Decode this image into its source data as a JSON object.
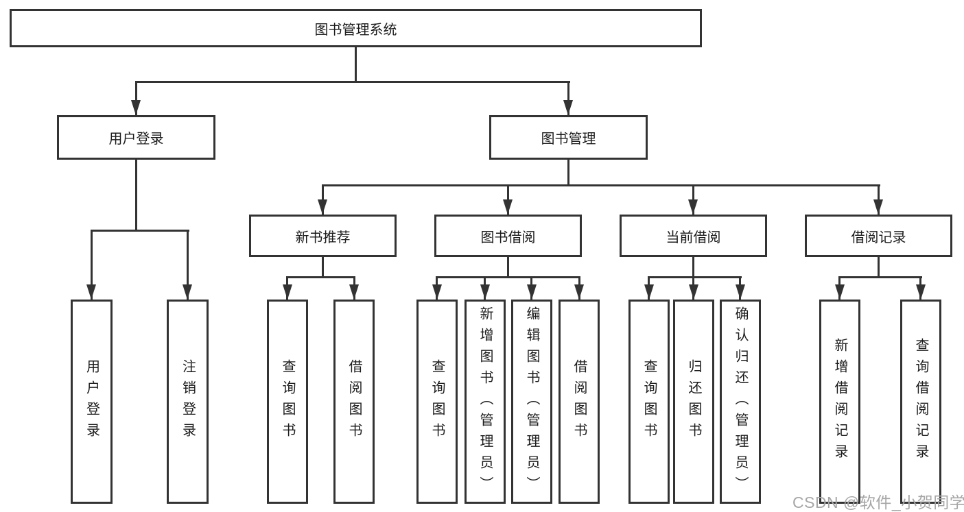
{
  "colors": {
    "line": "#333333",
    "text": "#1c1c1c",
    "background": "#ffffff",
    "watermark": "#a6a6a6"
  },
  "root": {
    "label": "图书管理系统"
  },
  "branches": [
    {
      "label": "用户登录",
      "children": [
        "用户登录",
        "注销登录"
      ]
    },
    {
      "label": "图书管理",
      "modules": [
        {
          "label": "新书推荐",
          "children": [
            "查询图书",
            "借阅图书"
          ]
        },
        {
          "label": "图书借阅",
          "children": [
            "查询图书",
            "新增图书（管理员）",
            "编辑图书（管理员）",
            "借阅图书"
          ]
        },
        {
          "label": "当前借阅",
          "children": [
            "查询图书",
            "归还图书",
            "确认归还（管理员）"
          ]
        },
        {
          "label": "借阅记录",
          "children": [
            "新增借阅记录",
            "查询借阅记录"
          ]
        }
      ]
    }
  ],
  "watermark": {
    "text": "CSDN @软件_小贺同学"
  }
}
